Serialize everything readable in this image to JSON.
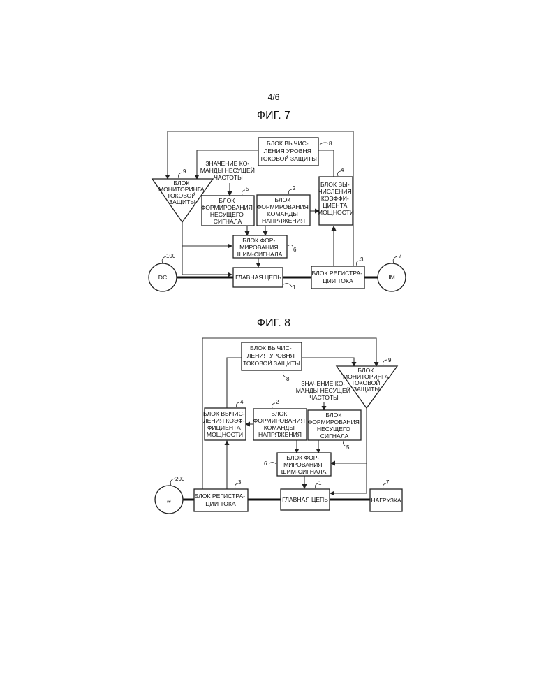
{
  "page": {
    "number": "4/6"
  },
  "fig7": {
    "title": "ФИГ. 7",
    "blocks": {
      "b8": {
        "ref": "8",
        "lines": [
          "БЛОК ВЫЧИС-",
          "ЛЕНИЯ УРОВНЯ",
          "ТОКОВОЙ ЗАЩИТЫ"
        ]
      },
      "b9": {
        "ref": "9",
        "lines": [
          "БЛОК",
          "МОНИТОРИНГА",
          "ТОКОВОЙ",
          "ЗАЩИТЫ"
        ]
      },
      "b5": {
        "ref": "5",
        "lines": [
          "БЛОК",
          "ФОРМИРОВАНИЯ",
          "НЕСУЩЕГО",
          "СИГНАЛА"
        ]
      },
      "b2": {
        "ref": "2",
        "lines": [
          "БЛОК",
          "ФОРМИРОВАНИЯ",
          "КОМАНДЫ",
          "НАПРЯЖЕНИЯ"
        ]
      },
      "b4": {
        "ref": "4",
        "lines": [
          "БЛОК ВЫ-",
          "ЧИСЛЕНИЯ",
          "КОЭФФИ-",
          "ЦИЕНТА",
          "МОЩНОСТИ"
        ]
      },
      "b6": {
        "ref": "6",
        "lines": [
          "БЛОК ФОР-",
          "МИРОВАНИЯ",
          "ШИМ-СИГНАЛА"
        ]
      },
      "b1": {
        "ref": "1",
        "lines": [
          "ГЛАВНАЯ ЦЕПЬ"
        ]
      },
      "b3": {
        "ref": "3",
        "lines": [
          "БЛОК РЕГИСТРА-",
          "ЦИИ ТОКА"
        ]
      },
      "dc": {
        "ref": "100",
        "label": "DC"
      },
      "im": {
        "ref": "7",
        "label": "IM"
      }
    },
    "carrier_label": [
      "ЗНАЧЕНИЕ КО-",
      "МАНДЫ НЕСУЩЕЙ",
      "ЧАСТОТЫ"
    ]
  },
  "fig8": {
    "title": "ФИГ. 8",
    "blocks": {
      "b8": {
        "ref": "8",
        "lines": [
          "БЛОК ВЫЧИС-",
          "ЛЕНИЯ УРОВНЯ",
          "ТОКОВОЙ ЗАЩИТЫ"
        ]
      },
      "b9": {
        "ref": "9",
        "lines": [
          "БЛОК",
          "МОНИТОРИНГА",
          "ТОКОВОЙ",
          "ЗАЩИТЫ"
        ]
      },
      "b4": {
        "ref": "4",
        "lines": [
          "БЛОК ВЫЧИС-",
          "ЛЕНИЯ КОЭФ-",
          "ФИЦИЕНТА",
          "МОЩНОСТИ"
        ]
      },
      "b2": {
        "ref": "2",
        "lines": [
          "БЛОК",
          "ФОРМИРОВАНИЯ",
          "КОМАНДЫ",
          "НАПРЯЖЕНИЯ"
        ]
      },
      "b5": {
        "ref": "5",
        "lines": [
          "БЛОК",
          "ФОРМИРОВАНИЯ",
          "НЕСУЩЕГО",
          "СИГНАЛА"
        ]
      },
      "b6": {
        "ref": "6",
        "lines": [
          "БЛОК ФОР-",
          "МИРОВАНИЯ",
          "ШИМ-СИГНАЛА"
        ]
      },
      "b1": {
        "ref": "1",
        "lines": [
          "ГЛАВНАЯ ЦЕПЬ"
        ]
      },
      "b3": {
        "ref": "3",
        "lines": [
          "БЛОК РЕГИСТРА-",
          "ЦИИ ТОКА"
        ]
      },
      "ac": {
        "ref": "200",
        "label": "≋"
      },
      "load": {
        "ref": "7",
        "lines": [
          "НАГРУЗКА"
        ]
      }
    },
    "carrier_label": [
      "ЗНАЧЕНИЕ КО-",
      "МАНДЫ НЕСУЩЕЙ",
      "ЧАСТОТЫ"
    ]
  }
}
